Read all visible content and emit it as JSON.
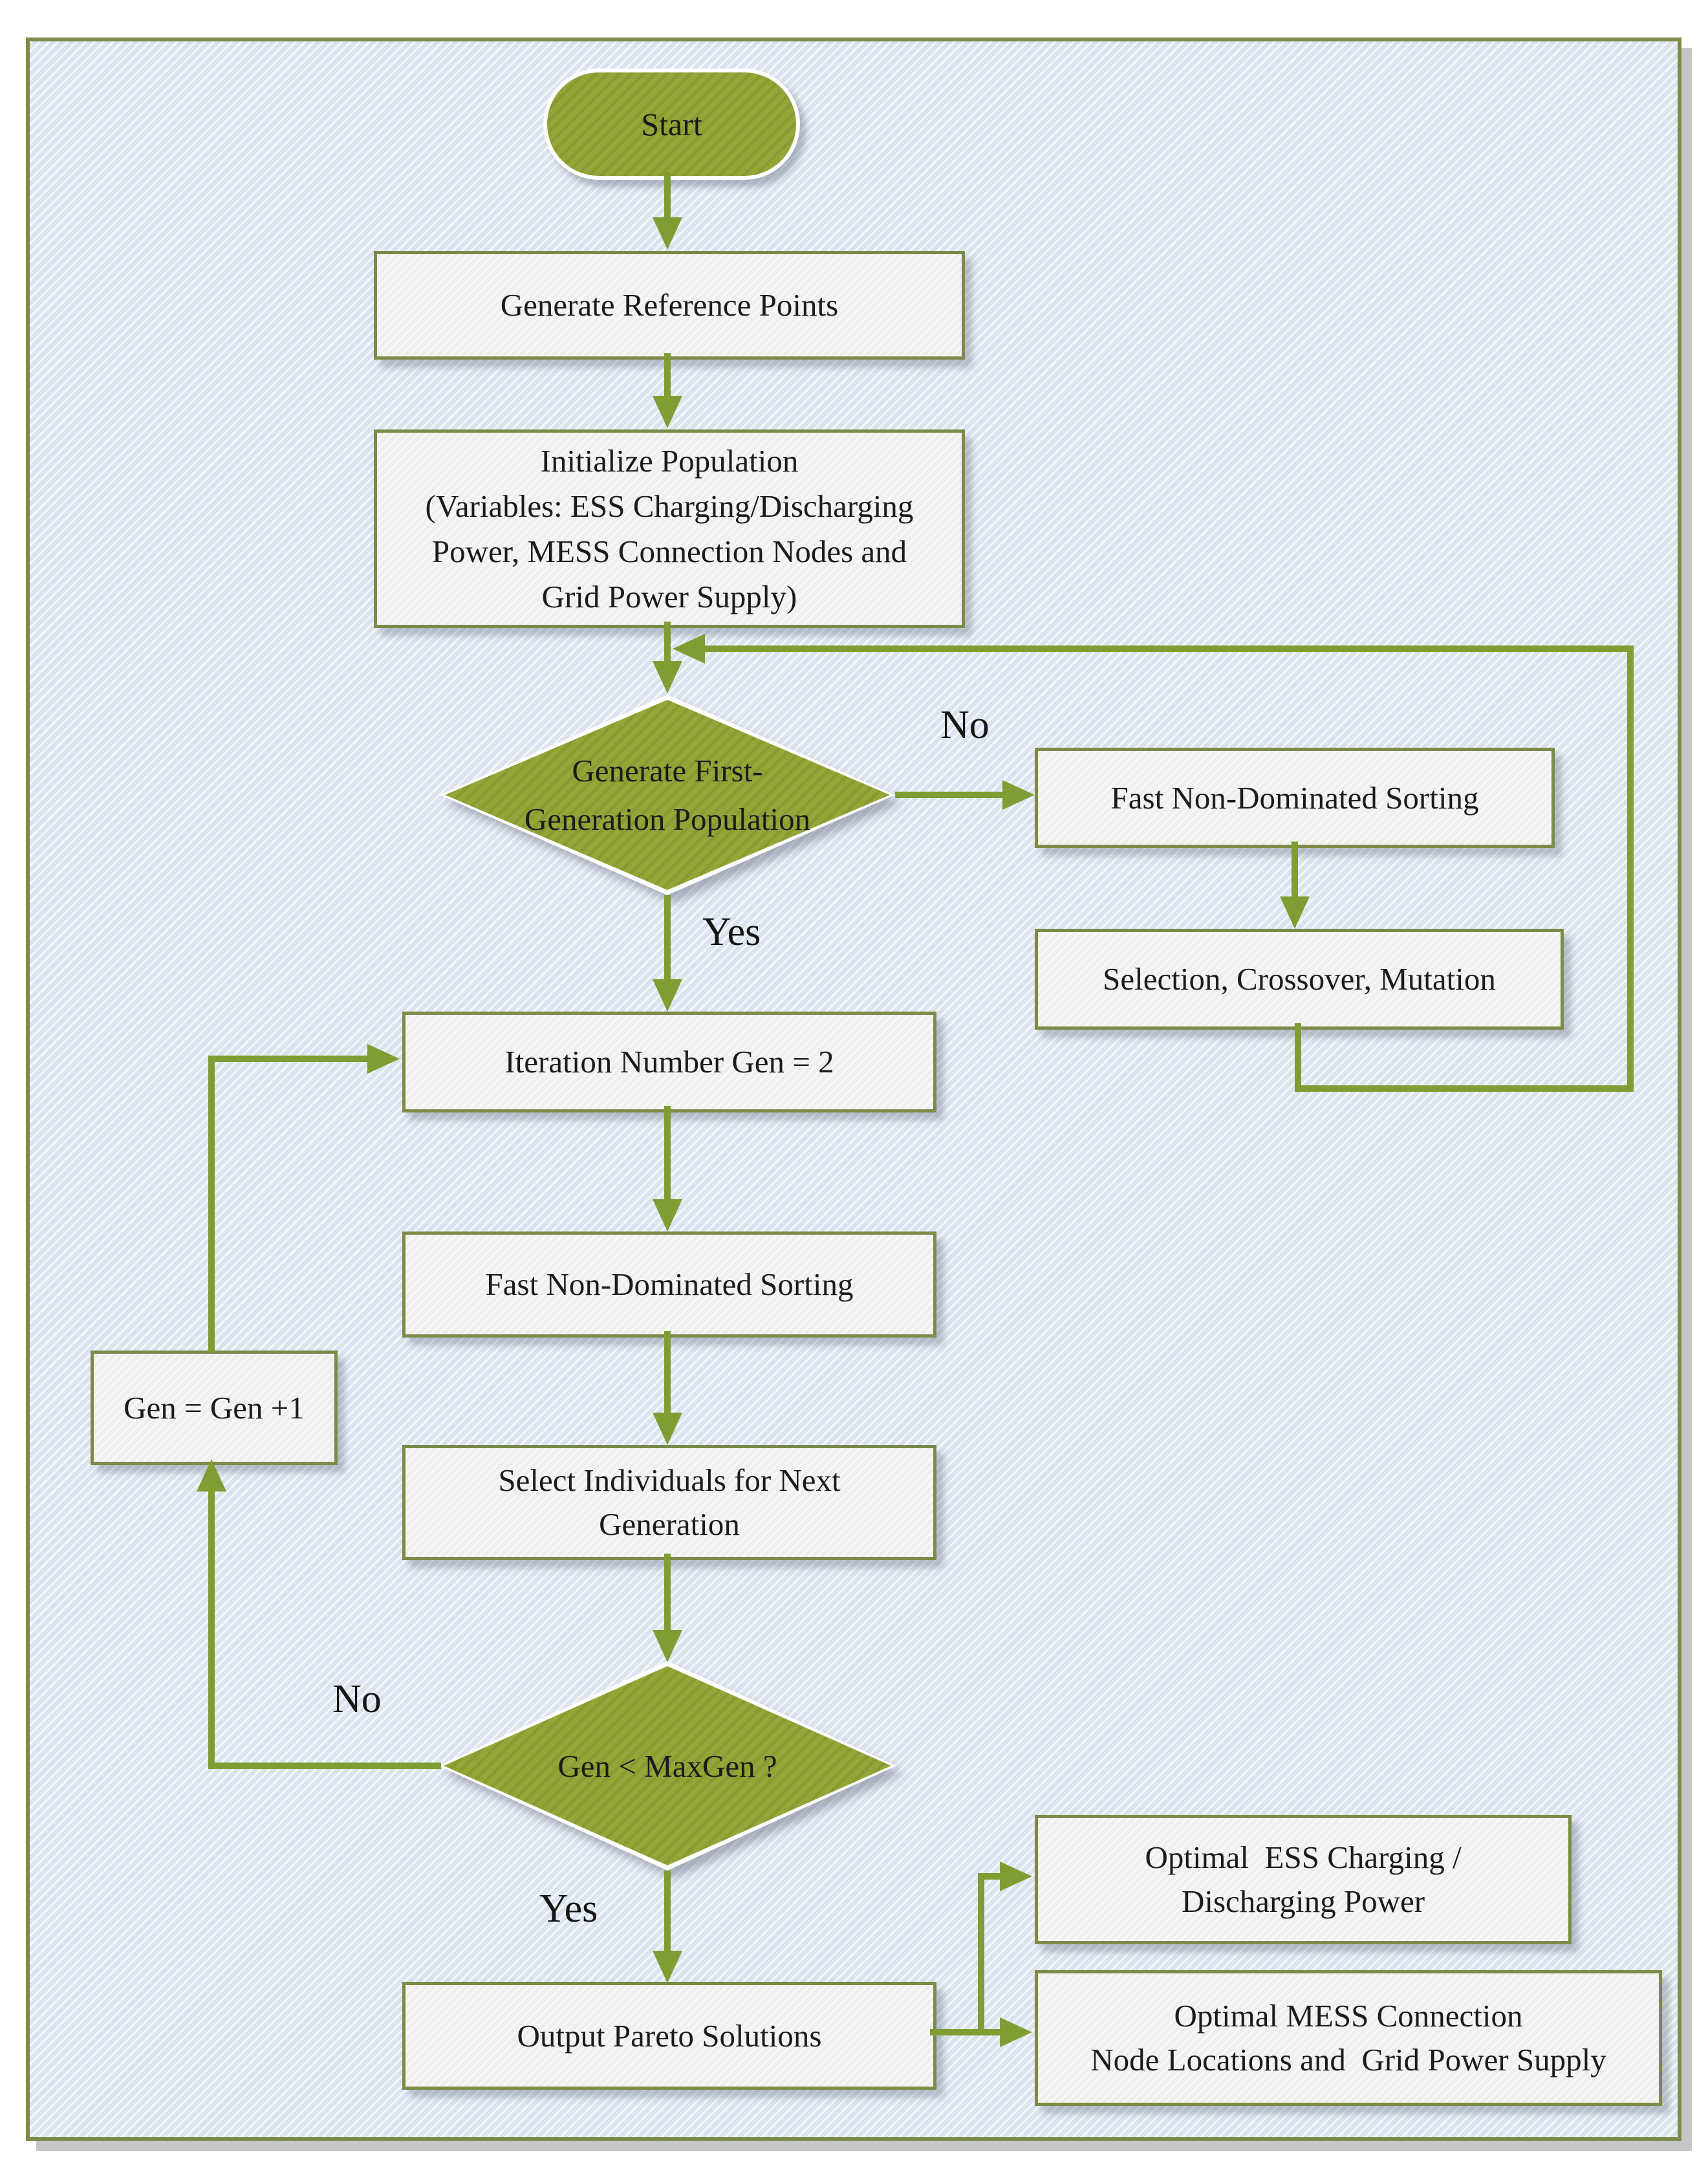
{
  "colors": {
    "accent": "#7f9d32",
    "shape_fill": "#94a637",
    "box_border": "#7d8b48",
    "box_fill": "#efefed",
    "frame_border": "#7e8c4a",
    "background": "#dbe3ee",
    "text": "#1b1b1b"
  },
  "nodes": {
    "start": {
      "label": "Start"
    },
    "generate_reference_points": {
      "label": "Generate Reference Points"
    },
    "initialize_population": {
      "lines": [
        "Initialize Population",
        "(Variables: ESS Charging/Discharging",
        "Power, MESS Connection Nodes and",
        "Grid Power Supply)"
      ]
    },
    "first_generation_decision": {
      "lines": [
        "Generate First-",
        "Generation Population"
      ]
    },
    "fast_sorting_right": {
      "label": "Fast Non-Dominated Sorting"
    },
    "selection_crossover_mutation": {
      "label": "Selection, Crossover, Mutation"
    },
    "iteration_number": {
      "label": "Iteration Number Gen = 2"
    },
    "fast_sorting_main": {
      "label": "Fast Non-Dominated Sorting"
    },
    "gen_increment": {
      "label": "Gen = Gen +1"
    },
    "select_individuals": {
      "lines": [
        "Select Individuals for Next",
        "Generation"
      ]
    },
    "maxgen_decision": {
      "label": "Gen < MaxGen ?"
    },
    "output_pareto": {
      "label": "Output Pareto Solutions"
    },
    "optimal_ess": {
      "lines": [
        "Optimal  ESS Charging /",
        "Discharging Power"
      ]
    },
    "optimal_mess": {
      "lines": [
        "Optimal MESS Connection",
        "Node Locations and  Grid Power Supply"
      ]
    }
  },
  "edge_labels": {
    "no_first": "No",
    "yes_first": "Yes",
    "no_max": "No",
    "yes_max": "Yes"
  }
}
